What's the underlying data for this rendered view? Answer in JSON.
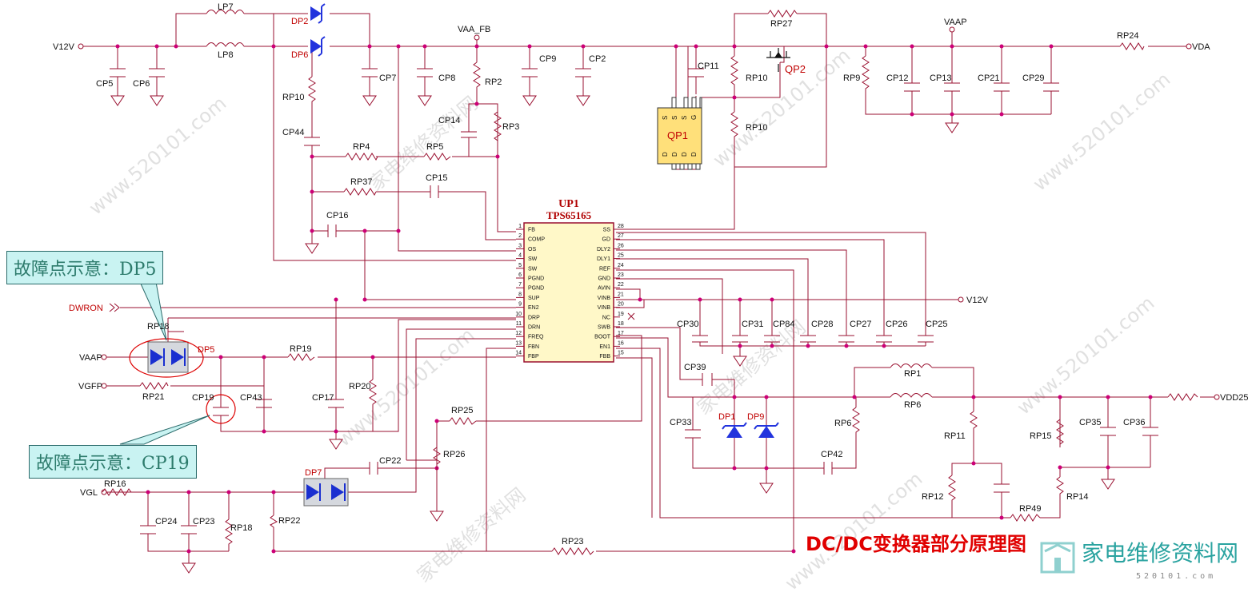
{
  "title": "DC/DC变换器部分原理图",
  "logo": {
    "text": "家电维修资料网",
    "url": "520101.com"
  },
  "watermarks": [
    "家电维修资料网",
    "www.520101.com"
  ],
  "callouts": {
    "dp5": "故障点示意：DP5",
    "cp19": "故障点示意：CP19"
  },
  "ic": {
    "ref": "UP1",
    "part": "TPS65165",
    "left_pins": [
      {
        "num": "1",
        "name": "FB"
      },
      {
        "num": "2",
        "name": "COMP"
      },
      {
        "num": "3",
        "name": "OS"
      },
      {
        "num": "4",
        "name": "SW"
      },
      {
        "num": "5",
        "name": "SW"
      },
      {
        "num": "6",
        "name": "PGND"
      },
      {
        "num": "7",
        "name": "PGND"
      },
      {
        "num": "8",
        "name": "SUP"
      },
      {
        "num": "9",
        "name": "EN2"
      },
      {
        "num": "10",
        "name": "DRP"
      },
      {
        "num": "11",
        "name": "DRN"
      },
      {
        "num": "12",
        "name": "FREQ"
      },
      {
        "num": "13",
        "name": "FBN"
      },
      {
        "num": "14",
        "name": "FBP"
      }
    ],
    "right_pins": [
      {
        "num": "28",
        "name": "SS"
      },
      {
        "num": "27",
        "name": "GD"
      },
      {
        "num": "26",
        "name": "DLY2"
      },
      {
        "num": "25",
        "name": "DLY1"
      },
      {
        "num": "24",
        "name": "REF"
      },
      {
        "num": "23",
        "name": "GND"
      },
      {
        "num": "22",
        "name": "AVIN"
      },
      {
        "num": "21",
        "name": "VINB"
      },
      {
        "num": "20",
        "name": "VINB"
      },
      {
        "num": "19",
        "name": "NC"
      },
      {
        "num": "18",
        "name": "SWB"
      },
      {
        "num": "17",
        "name": "BOOT"
      },
      {
        "num": "16",
        "name": "EN1"
      },
      {
        "num": "15",
        "name": "FBB"
      }
    ]
  },
  "nets": {
    "v12v_in": "V12V",
    "vaa_fb": "VAA_FB",
    "vaap_top": "VAAP",
    "vda": "VDA",
    "v12v_mid": "V12V",
    "dwron": "DWRON",
    "vaap_left": "VAAP",
    "vgfp": "VGFP",
    "vgl": "VGL",
    "vdd25": "VDD25"
  },
  "components": {
    "LP7": "LP7",
    "LP8": "LP8",
    "DP2": "DP2",
    "DP6": "DP6",
    "CP5": "CP5",
    "CP6": "CP6",
    "CP7": "CP7",
    "CP8": "CP8",
    "RP2": "RP2",
    "CP9": "CP9",
    "CP2": "CP2",
    "CP11": "CP11",
    "RP27": "RP27",
    "RP10a": "RP10",
    "RP10b": "RP10",
    "RP10c": "RP10",
    "QP2": "QP2",
    "QP1": "QP1",
    "RP9": "RP9",
    "CP12": "CP12",
    "CP13": "CP13",
    "CP21": "CP21",
    "CP29": "CP29",
    "RP24": "RP24",
    "CP44": "CP44",
    "RP4": "RP4",
    "RP5": "RP5",
    "CP14": "CP14",
    "RP3": "RP3",
    "RP37": "RP37",
    "CP15": "CP15",
    "CP16": "CP16",
    "RP18a": "RP18",
    "DP5": "DP5",
    "RP19": "RP19",
    "RP21": "RP21",
    "CP19": "CP19",
    "CP43": "CP43",
    "CP17": "CP17",
    "RP20": "RP20",
    "RP25": "RP25",
    "RP26": "RP26",
    "CP22": "CP22",
    "DP7": "DP7",
    "RP16": "RP16",
    "CP24": "CP24",
    "CP23": "CP23",
    "RP18b": "RP18",
    "RP22": "RP22",
    "RP23": "RP23",
    "CP30": "CP30",
    "CP31": "CP31",
    "CP84": "CP84",
    "CP28": "CP28",
    "CP27": "CP27",
    "CP26": "CP26",
    "CP25": "CP25",
    "CP39": "CP39",
    "CP33": "CP33",
    "DP1": "DP1",
    "DP9": "DP9",
    "CP42": "CP42",
    "RP1": "RP1",
    "RP6a": "RP6",
    "RP6b": "RP6",
    "RP11": "RP11",
    "RP12": "RP12",
    "RP49": "RP49",
    "RP15": "RP15",
    "RP14": "RP14",
    "CP35": "CP35",
    "CP36": "CP36"
  },
  "qp1_pins": {
    "top": [
      "S",
      "S",
      "S",
      "G"
    ],
    "bottom": [
      "D",
      "D",
      "D",
      "D"
    ]
  },
  "colors": {
    "wire": "#9a1030",
    "dot": "#cc0077",
    "diode": "#2233dd",
    "ic": "#fff8c8",
    "callout_bg": "#c9f3f2",
    "title": "#e00000",
    "highlight": "#dd0000"
  }
}
